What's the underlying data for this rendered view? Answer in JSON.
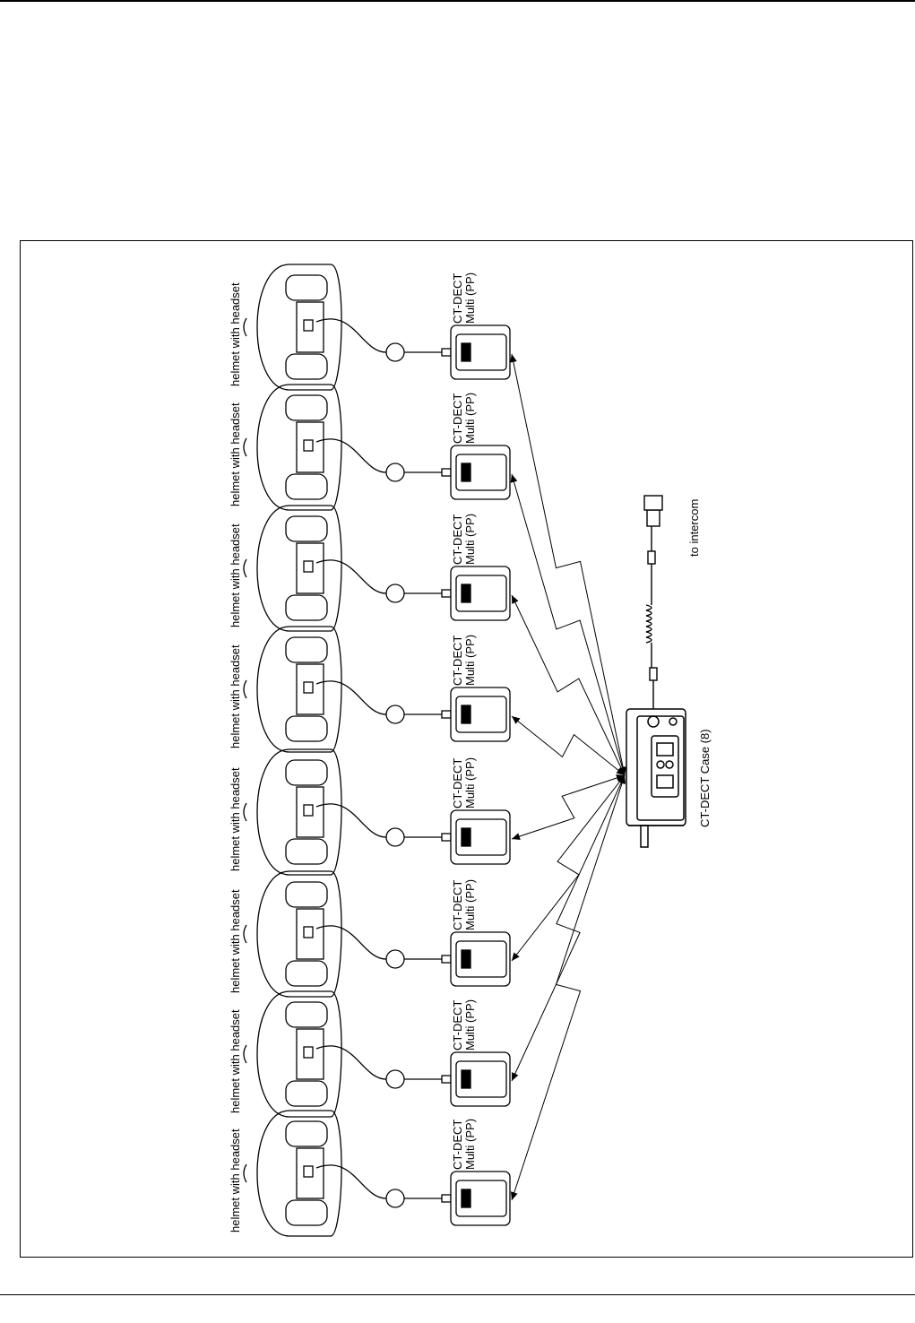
{
  "figure": {
    "units": [
      {
        "helmet_label": "helmet with headset",
        "pp_line1": "CT-DECT",
        "pp_line2": "Multi (PP)"
      },
      {
        "helmet_label": "helmet with headset",
        "pp_line1": "CT-DECT",
        "pp_line2": "Multi (PP)"
      },
      {
        "helmet_label": "helmet with headset",
        "pp_line1": "CT-DECT",
        "pp_line2": "Multi (PP)"
      },
      {
        "helmet_label": "helmet with headset",
        "pp_line1": "CT-DECT",
        "pp_line2": "Multi (PP)"
      },
      {
        "helmet_label": "helmet with headset",
        "pp_line1": "CT-DECT",
        "pp_line2": "Multi (PP)"
      },
      {
        "helmet_label": "helmet with headset",
        "pp_line1": "CT-DECT",
        "pp_line2": "Multi (PP)"
      },
      {
        "helmet_label": "helmet with headset",
        "pp_line1": "CT-DECT",
        "pp_line2": "Multi (PP)"
      },
      {
        "helmet_label": "helmet with headset",
        "pp_line1": "CT-DECT",
        "pp_line2": "Multi (PP)"
      }
    ],
    "base_station_label": "CT-DECT Case (8)",
    "intercom_label": "to intercom"
  }
}
